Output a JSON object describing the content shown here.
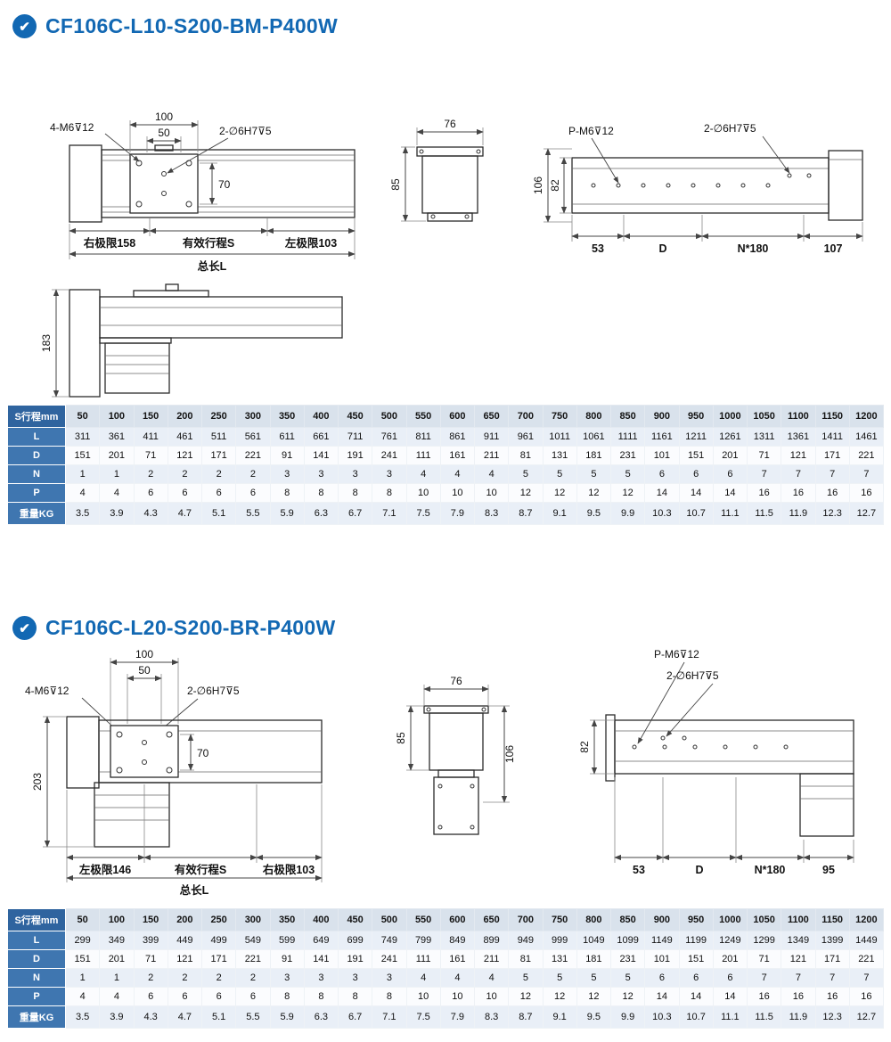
{
  "page": {
    "accent": "#1268b3",
    "icons": {
      "check": "✔"
    }
  },
  "sections": [
    {
      "title": "CF106C-L10-S200-BM-P400W",
      "drawing": {
        "top_view": {
          "d100": "100",
          "d50": "50",
          "m6": "4-M6⊽12",
          "h7": "2-∅6H7⊽5",
          "d70": "70",
          "right_limit": "右极限158",
          "stroke_label": "有效行程S",
          "left_limit": "左极限103",
          "total_label": "总长L"
        },
        "end_view": {
          "d76": "76",
          "d85": "85"
        },
        "side_view": {
          "pm6": "P-M6⊽12",
          "h7": "2-∅6H7⊽5",
          "d106": "106",
          "d82": "82",
          "d53": "53",
          "dd": "D",
          "n180": "N*180",
          "d107": "107"
        },
        "front_view": {
          "d183": "183"
        }
      },
      "table": {
        "header_label": "S行程mm",
        "stroke_values": [
          "50",
          "100",
          "150",
          "200",
          "250",
          "300",
          "350",
          "400",
          "450",
          "500",
          "550",
          "600",
          "650",
          "700",
          "750",
          "800",
          "850",
          "900",
          "950",
          "1000",
          "1050",
          "1100",
          "1150",
          "1200"
        ],
        "rows": [
          {
            "label": "L",
            "values": [
              "311",
              "361",
              "411",
              "461",
              "511",
              "561",
              "611",
              "661",
              "711",
              "761",
              "811",
              "861",
              "911",
              "961",
              "1011",
              "1061",
              "1111",
              "1161",
              "1211",
              "1261",
              "1311",
              "1361",
              "1411",
              "1461"
            ]
          },
          {
            "label": "D",
            "values": [
              "151",
              "201",
              "71",
              "121",
              "171",
              "221",
              "91",
              "141",
              "191",
              "241",
              "111",
              "161",
              "211",
              "81",
              "131",
              "181",
              "231",
              "101",
              "151",
              "201",
              "71",
              "121",
              "171",
              "221"
            ]
          },
          {
            "label": "N",
            "values": [
              "1",
              "1",
              "2",
              "2",
              "2",
              "2",
              "3",
              "3",
              "3",
              "3",
              "4",
              "4",
              "4",
              "5",
              "5",
              "5",
              "5",
              "6",
              "6",
              "6",
              "7",
              "7",
              "7",
              "7"
            ]
          },
          {
            "label": "P",
            "values": [
              "4",
              "4",
              "6",
              "6",
              "6",
              "6",
              "8",
              "8",
              "8",
              "8",
              "10",
              "10",
              "10",
              "12",
              "12",
              "12",
              "12",
              "14",
              "14",
              "14",
              "16",
              "16",
              "16",
              "16"
            ]
          },
          {
            "label": "重量KG",
            "values": [
              "3.5",
              "3.9",
              "4.3",
              "4.7",
              "5.1",
              "5.5",
              "5.9",
              "6.3",
              "6.7",
              "7.1",
              "7.5",
              "7.9",
              "8.3",
              "8.7",
              "9.1",
              "9.5",
              "9.9",
              "10.3",
              "10.7",
              "11.1",
              "11.5",
              "11.9",
              "12.3",
              "12.7"
            ]
          }
        ]
      }
    },
    {
      "title": "CF106C-L20-S200-BR-P400W",
      "drawing": {
        "top_view": {
          "d100": "100",
          "d50": "50",
          "m6": "4-M6⊽12",
          "h7": "2-∅6H7⊽5",
          "d70": "70",
          "d203": "203",
          "left_limit": "左极限146",
          "stroke_label": "有效行程S",
          "right_limit": "右极限103",
          "total_label": "总长L"
        },
        "end_view": {
          "d76": "76",
          "d85": "85",
          "d106": "106"
        },
        "side_view": {
          "pm6": "P-M6⊽12",
          "h7": "2-∅6H7⊽5",
          "d82": "82",
          "d53": "53",
          "dd": "D",
          "n180": "N*180",
          "d95": "95"
        }
      },
      "table": {
        "header_label": "S行程mm",
        "stroke_values": [
          "50",
          "100",
          "150",
          "200",
          "250",
          "300",
          "350",
          "400",
          "450",
          "500",
          "550",
          "600",
          "650",
          "700",
          "750",
          "800",
          "850",
          "900",
          "950",
          "1000",
          "1050",
          "1100",
          "1150",
          "1200"
        ],
        "rows": [
          {
            "label": "L",
            "values": [
              "299",
              "349",
              "399",
              "449",
              "499",
              "549",
              "599",
              "649",
              "699",
              "749",
              "799",
              "849",
              "899",
              "949",
              "999",
              "1049",
              "1099",
              "1149",
              "1199",
              "1249",
              "1299",
              "1349",
              "1399",
              "1449"
            ]
          },
          {
            "label": "D",
            "values": [
              "151",
              "201",
              "71",
              "121",
              "171",
              "221",
              "91",
              "141",
              "191",
              "241",
              "111",
              "161",
              "211",
              "81",
              "131",
              "181",
              "231",
              "101",
              "151",
              "201",
              "71",
              "121",
              "171",
              "221"
            ]
          },
          {
            "label": "N",
            "values": [
              "1",
              "1",
              "2",
              "2",
              "2",
              "2",
              "3",
              "3",
              "3",
              "3",
              "4",
              "4",
              "4",
              "5",
              "5",
              "5",
              "5",
              "6",
              "6",
              "6",
              "7",
              "7",
              "7",
              "7"
            ]
          },
          {
            "label": "P",
            "values": [
              "4",
              "4",
              "6",
              "6",
              "6",
              "6",
              "8",
              "8",
              "8",
              "8",
              "10",
              "10",
              "10",
              "12",
              "12",
              "12",
              "12",
              "14",
              "14",
              "14",
              "16",
              "16",
              "16",
              "16"
            ]
          },
          {
            "label": "重量KG",
            "values": [
              "3.5",
              "3.9",
              "4.3",
              "4.7",
              "5.1",
              "5.5",
              "5.9",
              "6.3",
              "6.7",
              "7.1",
              "7.5",
              "7.9",
              "8.3",
              "8.7",
              "9.1",
              "9.5",
              "9.9",
              "10.3",
              "10.7",
              "11.1",
              "11.5",
              "11.9",
              "12.3",
              "12.7"
            ]
          }
        ]
      }
    }
  ]
}
